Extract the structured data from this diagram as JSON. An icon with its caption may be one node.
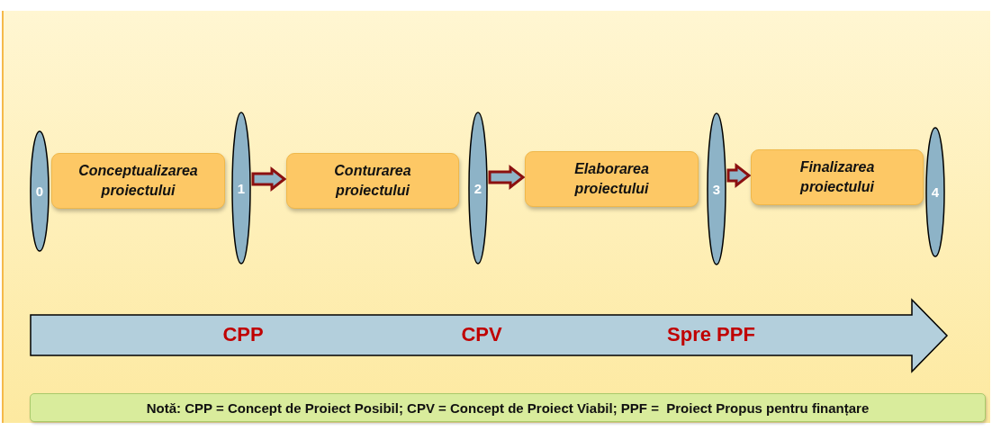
{
  "diagram": {
    "nodes": [
      {
        "text": [
          "0"
        ]
      },
      {
        "text": [
          "Conceptualizarea proiectului"
        ]
      },
      {
        "text": [
          "1"
        ]
      },
      {
        "text": [
          "Conturarea proiectului"
        ]
      },
      {
        "text": [
          "2"
        ]
      },
      {
        "text": [
          "Elaborarea proiectului"
        ]
      },
      {
        "text": [
          "3"
        ]
      },
      {
        "text": [
          "Finalizarea proiectului"
        ]
      },
      {
        "text": [
          "4"
        ]
      },
      {
        "text": [
          "CPP",
          "CPV",
          "Spre PPF"
        ]
      },
      {
        "text": [
          "Notă: CPP = Concept de Proiect Posibil; CPV = Concept de Proiect Viabil; PPF =  Proiect Propus pentru finanțare"
        ]
      }
    ],
    "edges": [
      {
        "from": 2,
        "to": 3,
        "arrow": "to"
      },
      {
        "from": 4,
        "to": 5,
        "arrow": "to"
      },
      {
        "from": 6,
        "to": 7,
        "arrow": "to"
      }
    ]
  }
}
